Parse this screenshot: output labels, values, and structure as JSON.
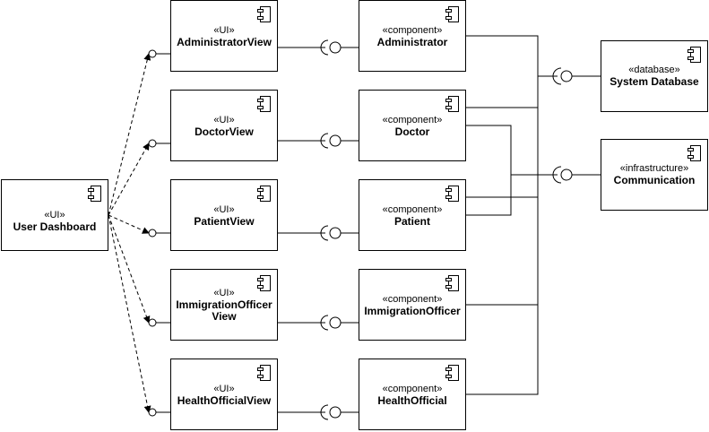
{
  "diagram": {
    "dashboard": {
      "stereotype": "«UI»",
      "name": "User Dashboard"
    },
    "views": [
      {
        "stereotype": "«UI»",
        "name": "AdministratorView"
      },
      {
        "stereotype": "«UI»",
        "name": "DoctorView"
      },
      {
        "stereotype": "«UI»",
        "name": "PatientView"
      },
      {
        "stereotype": "«UI»",
        "name": "ImmigrationOfficer\nView"
      },
      {
        "stereotype": "«UI»",
        "name": "HealthOfficialView"
      }
    ],
    "components": [
      {
        "stereotype": "«component»",
        "name": "Administrator"
      },
      {
        "stereotype": "«component»",
        "name": "Doctor"
      },
      {
        "stereotype": "«component»",
        "name": "Patient"
      },
      {
        "stereotype": "«component»",
        "name": "ImmigrationOfficer"
      },
      {
        "stereotype": "«component»",
        "name": "HealthOfficial"
      }
    ],
    "database": {
      "stereotype": "«database»",
      "name": "System Database"
    },
    "infrastructure": {
      "stereotype": "«infrastructure»",
      "name": "Communication"
    }
  }
}
